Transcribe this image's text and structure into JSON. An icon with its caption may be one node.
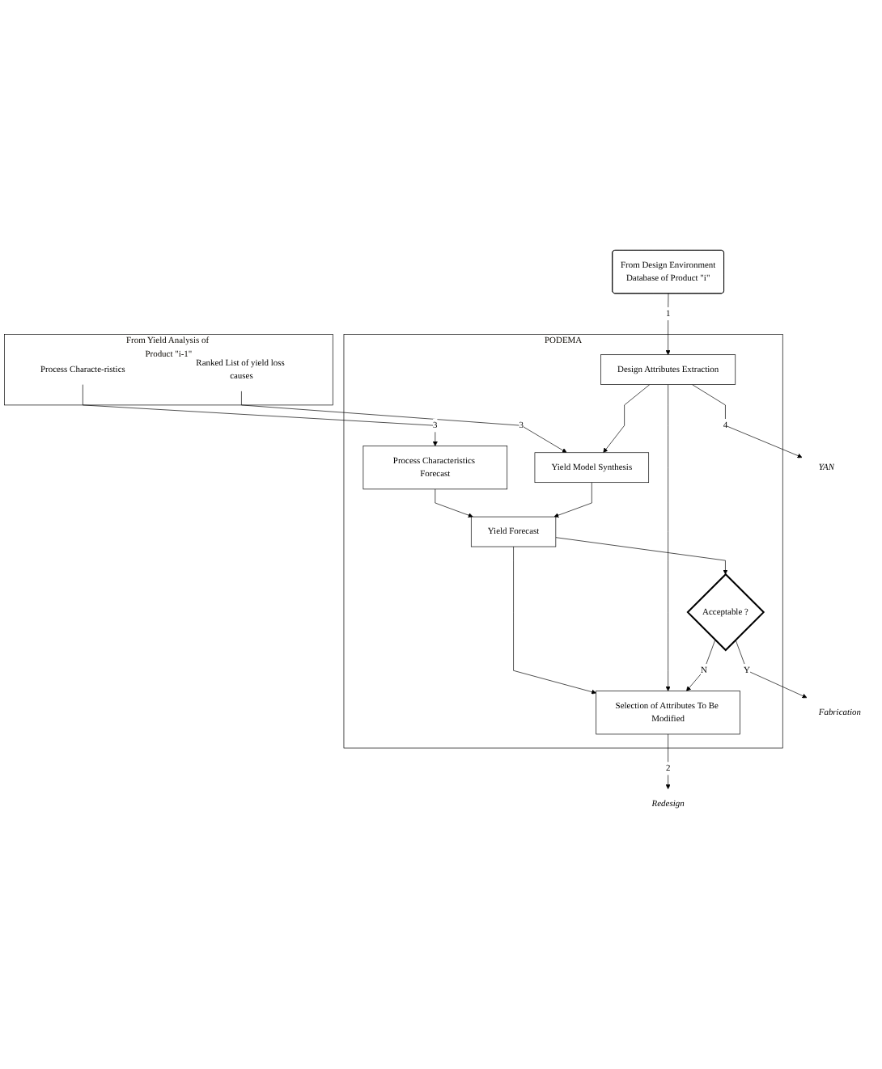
{
  "diagram": {
    "nodes": [
      {
        "text": [
          "From Yield Analysis of Product \"i-1\""
        ]
      },
      {
        "text": [
          "Process Characte-ristics"
        ],
        "in": 0
      },
      {
        "text": [
          "Ranked List of yield loss causes"
        ],
        "in": 0
      },
      {
        "text": [
          "From Design Environment",
          "Database of Product \"i\""
        ]
      },
      {
        "text": [
          "PODEMA"
        ]
      },
      {
        "text": [
          "Process Characteristics Forecast"
        ],
        "in": 4
      },
      {
        "text": [
          "Yield Model Synthesis"
        ],
        "in": 4
      },
      {
        "text": [
          "Design Attributes Extraction"
        ],
        "in": 4
      },
      {
        "text": [
          "Yield Forecast"
        ],
        "in": 4
      },
      {
        "text": [
          "Acceptable ?"
        ],
        "in": 4
      },
      {
        "text": [
          "Selection of Attributes To Be Modified"
        ],
        "in": 4
      },
      {
        "text": [
          "Fabrication"
        ]
      },
      {
        "text": [
          "Redesign"
        ]
      },
      {
        "text": [
          "YAN"
        ]
      }
    ],
    "edges": [
      {
        "from": 1,
        "to": 5,
        "arrow": "to",
        "label": "3"
      },
      {
        "from": 2,
        "to": 6,
        "arrow": "to",
        "label": "3"
      },
      {
        "from": 3,
        "to": 7,
        "arrow": "to",
        "label": "1"
      },
      {
        "from": 7,
        "to": 6,
        "arrow": "to"
      },
      {
        "from": 5,
        "to": 8,
        "arrow": "to"
      },
      {
        "from": 6,
        "to": 8,
        "arrow": "to"
      },
      {
        "from": 8,
        "to": 9,
        "arrow": "to"
      },
      {
        "from": 8,
        "to": 10,
        "arrow": "to"
      },
      {
        "from": 7,
        "to": 10,
        "arrow": "to"
      },
      {
        "from": 9,
        "to": 10,
        "arrow": "to",
        "label": "N"
      },
      {
        "from": 9,
        "to": 11,
        "arrow": "to",
        "label": "Y"
      },
      {
        "from": 10,
        "to": 12,
        "arrow": "to",
        "label": "2"
      },
      {
        "from": 7,
        "to": 13,
        "arrow": "to",
        "label": "4"
      }
    ]
  }
}
